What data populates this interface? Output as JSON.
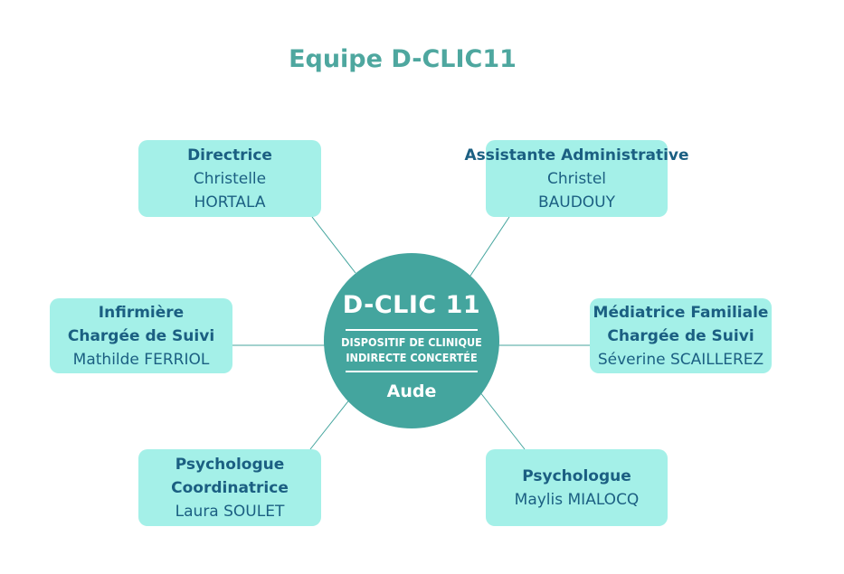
{
  "title": "Equipe D-CLIC11",
  "center": {
    "name": "D-CLIC 11",
    "subtitle_line1": "DISPOSITIF DE CLINIQUE",
    "subtitle_line2": "INDIRECTE CONCERTÉE",
    "region": "Aude"
  },
  "members": [
    {
      "role1": "Directrice",
      "role2": "",
      "name1": "Christelle",
      "name2": "HORTALA"
    },
    {
      "role1": "Assistante Administrative",
      "role2": "",
      "name1": "Christel",
      "name2": "BAUDOUY"
    },
    {
      "role1": "Infirmière",
      "role2": "Chargée de Suivi",
      "name1": "Mathilde FERRIOL",
      "name2": ""
    },
    {
      "role1": "Médiatrice Familiale",
      "role2": "Chargée de Suivi",
      "name1": "Séverine SCAILLEREZ",
      "name2": ""
    },
    {
      "role1": "Psychologue",
      "role2": "Coordinatrice",
      "name1": "Laura SOULET",
      "name2": ""
    },
    {
      "role1": "Psychologue",
      "role2": "",
      "name1": "Maylis MIALOCQ",
      "name2": ""
    }
  ],
  "colors": {
    "box": "#a4f0e8",
    "text": "#1b5f82",
    "circle": "#44a59e",
    "title": "#4ea79f"
  }
}
